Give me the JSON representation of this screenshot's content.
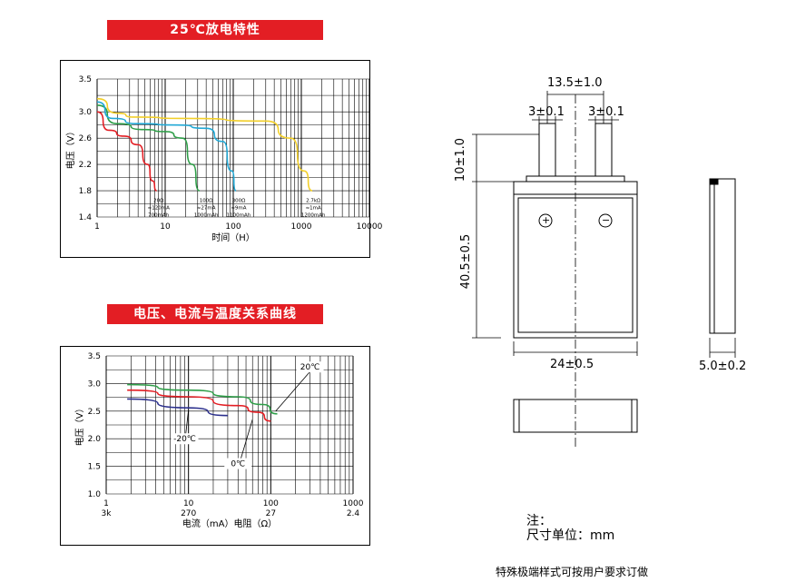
{
  "banner1": "25℃放电特性",
  "banner2": "电压、电流与温度关系曲线",
  "chart_data": [
    {
      "type": "line",
      "x_scale": "log",
      "xlim": [
        1,
        10000
      ],
      "ylim": [
        1.4,
        3.5
      ],
      "y_ticks": [
        "1.4",
        "1.8",
        "2.2",
        "2.6",
        "3.0",
        "3.5"
      ],
      "x_ticks": [
        "1",
        "10",
        "100",
        "1000",
        "10000"
      ],
      "ylabel": "电压（V）",
      "xlabel": "时间（H）",
      "series": [
        {
          "color": "#e31e24",
          "x": [
            1,
            1.5,
            2.5,
            4,
            5.5,
            6.5,
            7.5
          ],
          "y": [
            3.0,
            2.72,
            2.63,
            2.5,
            2.2,
            1.95,
            1.8
          ]
        },
        {
          "color": "#2e9e48",
          "x": [
            1,
            2,
            5,
            10,
            18,
            25,
            32
          ],
          "y": [
            3.1,
            2.82,
            2.73,
            2.7,
            2.6,
            2.2,
            1.8
          ]
        },
        {
          "color": "#22a9d6",
          "x": [
            1,
            1.7,
            4,
            15,
            40,
            70,
            95,
            110
          ],
          "y": [
            3.15,
            2.9,
            2.82,
            2.8,
            2.75,
            2.55,
            2.1,
            1.8
          ]
        },
        {
          "color": "#f2cf2a",
          "x": [
            1,
            2,
            3.5,
            20,
            300,
            700,
            1100,
            1450
          ],
          "y": [
            3.2,
            2.98,
            2.92,
            2.9,
            2.86,
            2.6,
            2.1,
            1.8
          ]
        }
      ],
      "annotations": [
        {
          "lines": [
            "20Ω",
            "≈120mA",
            "700mAh"
          ],
          "x": 8,
          "y": 1.63
        },
        {
          "lines": [
            "100Ω",
            "≈27mA",
            "1000mAh"
          ],
          "x": 40,
          "y": 1.63
        },
        {
          "lines": [
            "300Ω",
            "≈9mA",
            "1100mAh"
          ],
          "x": 120,
          "y": 1.63
        },
        {
          "lines": [
            "2.7kΩ",
            "≈1mA",
            "1200mAh"
          ],
          "x": 1500,
          "y": 1.63
        }
      ]
    },
    {
      "type": "line",
      "x_scale": "log",
      "xlim": [
        1,
        1000
      ],
      "ylim": [
        1.0,
        3.5
      ],
      "y_ticks": [
        "1.0",
        "1.5",
        "2.0",
        "2.5",
        "3.0",
        "3.5"
      ],
      "x_ticks": [
        "1",
        "10",
        "100",
        "1000"
      ],
      "x_ticks2": [
        "3k",
        "270",
        "27",
        "2.4"
      ],
      "ylabel": "电压（V）",
      "xlabel": "电流（mA）电阻（Ω）",
      "series": [
        {
          "name": "20℃",
          "color": "#2e9e48",
          "x": [
            1.8,
            10,
            40,
            80,
            120
          ],
          "y": [
            2.98,
            2.88,
            2.76,
            2.62,
            2.45
          ]
        },
        {
          "name": "0℃",
          "color": "#e31e24",
          "x": [
            1.8,
            10,
            40,
            70,
            100
          ],
          "y": [
            2.88,
            2.76,
            2.6,
            2.48,
            2.32
          ]
        },
        {
          "name": "-20℃",
          "color": "#2b2f8c",
          "x": [
            1.8,
            10,
            30
          ],
          "y": [
            2.72,
            2.56,
            2.42
          ]
        }
      ]
    }
  ],
  "drawing": {
    "dim_top": "13.5±1.0",
    "dim_tab_left": "3±0.1",
    "dim_tab_right": "3±0.1",
    "dim_tab_height": "10±1.0",
    "dim_body_height": "40.5±0.5",
    "dim_width": "24±0.5",
    "dim_thickness": "5.0±0.2",
    "plus_symbol": "+",
    "minus_symbol": "−"
  },
  "notes": {
    "note_label": "注：",
    "unit_label": "尺寸单位：mm",
    "custom_text": "特殊极端样式可按用户要求订做"
  }
}
